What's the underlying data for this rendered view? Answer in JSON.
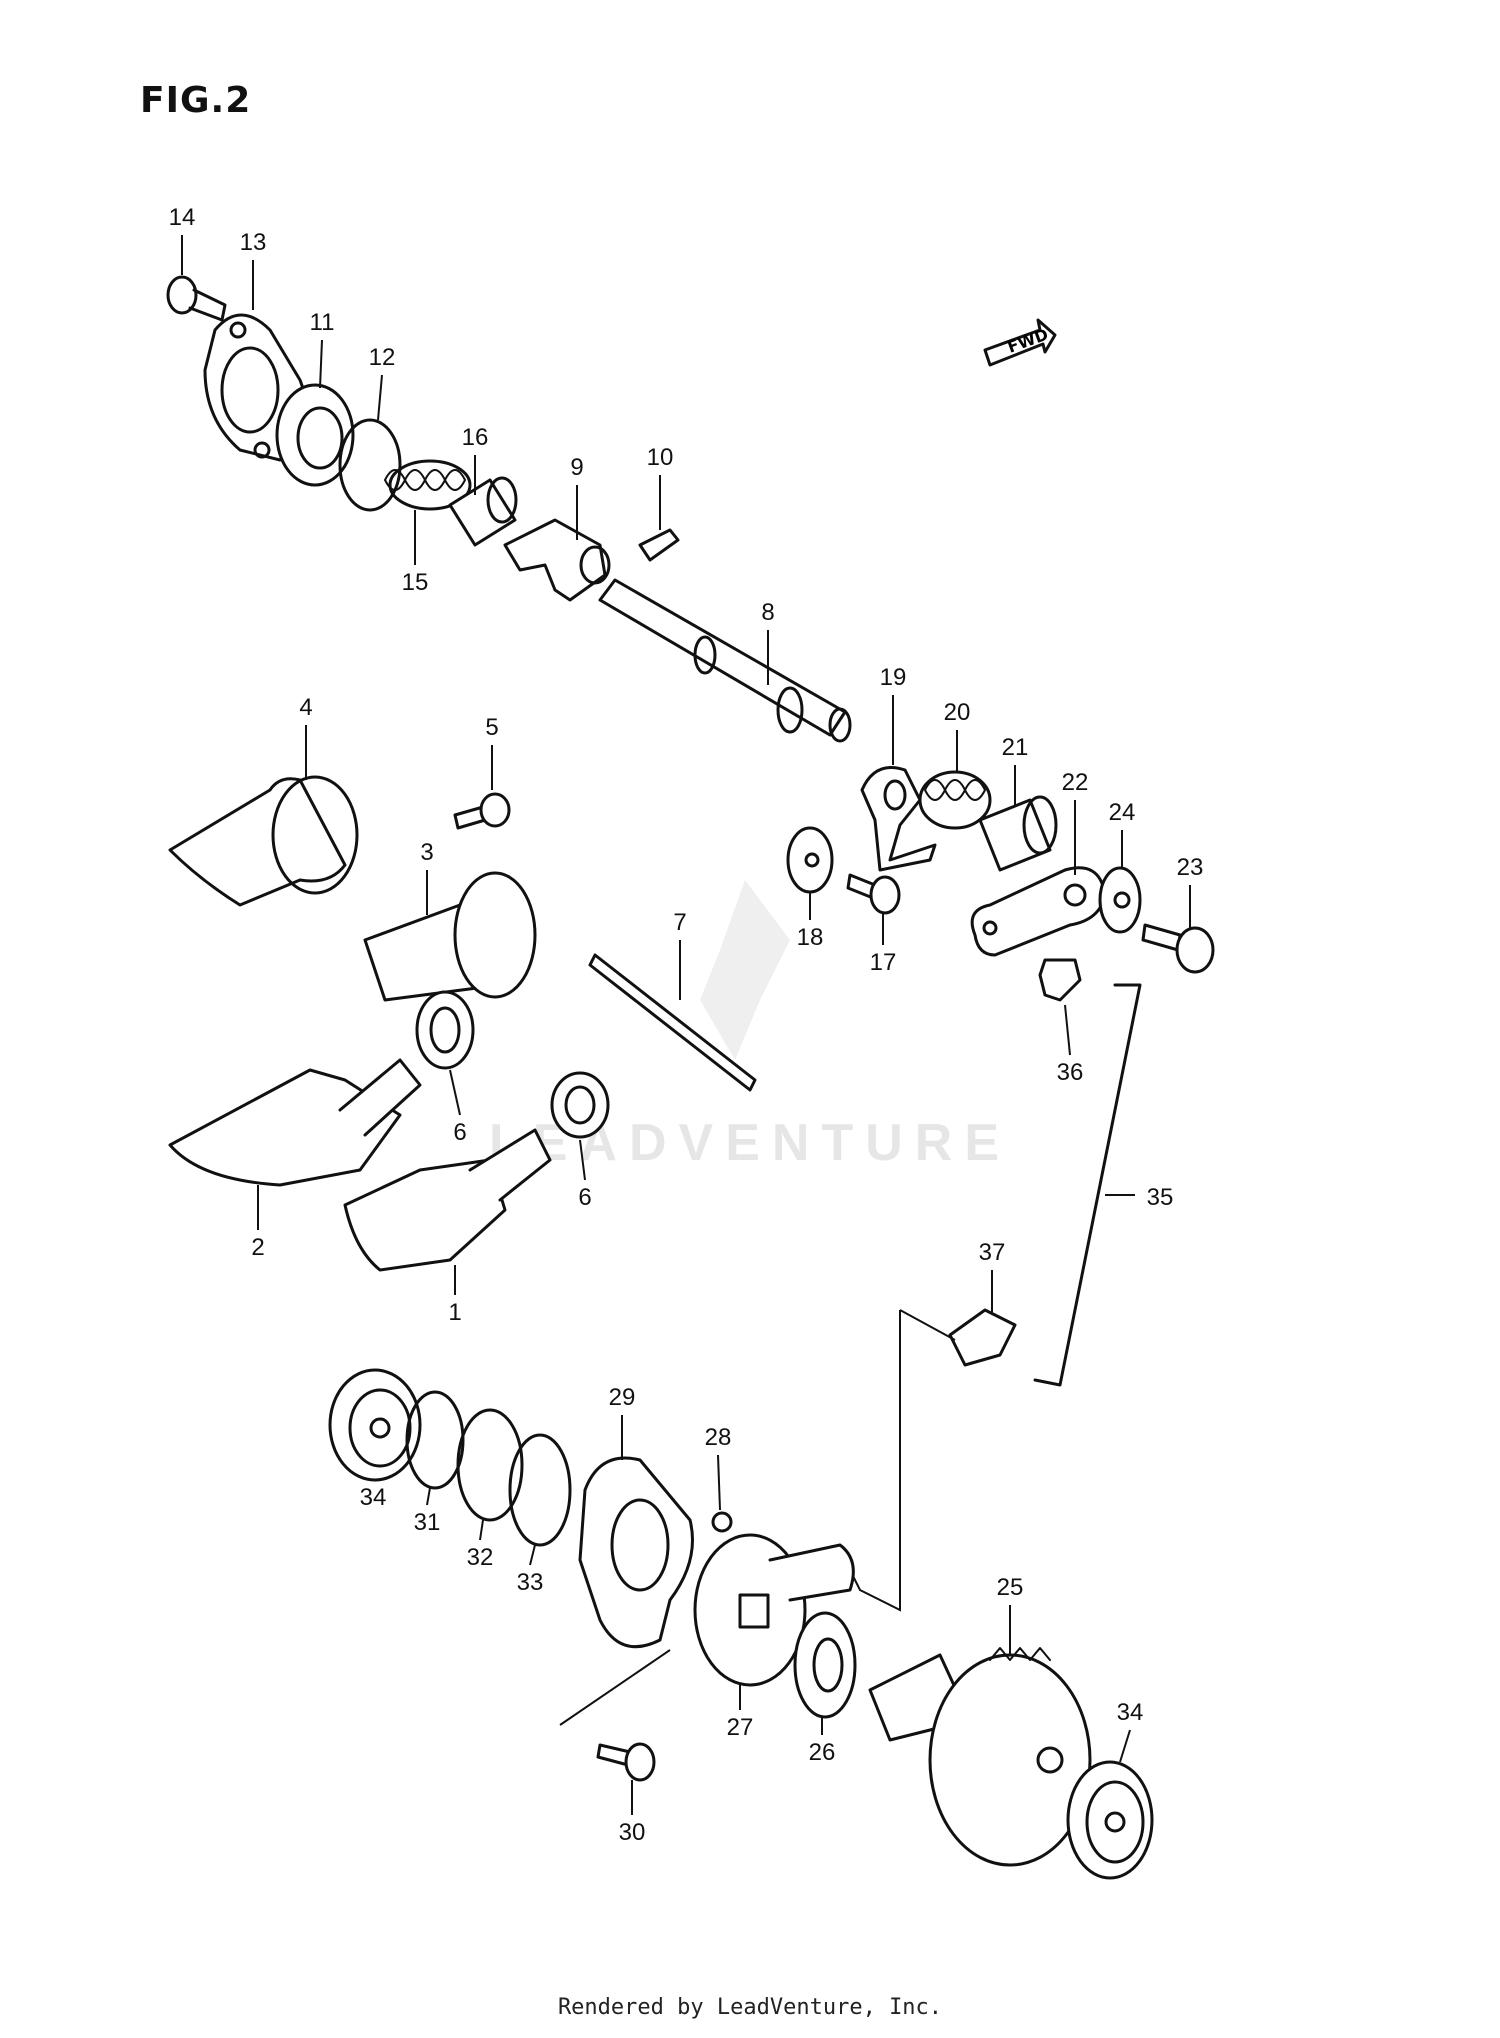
{
  "figure": {
    "title": "FIG.2"
  },
  "fwd_label": "FWD",
  "watermark": "LEADVENTURE",
  "footer": "Rendered by LeadVenture, Inc.",
  "callouts": [
    "1",
    "2",
    "3",
    "4",
    "5",
    "6",
    "6",
    "7",
    "8",
    "9",
    "10",
    "11",
    "12",
    "13",
    "14",
    "15",
    "16",
    "17",
    "18",
    "19",
    "20",
    "21",
    "22",
    "23",
    "24",
    "25",
    "26",
    "27",
    "28",
    "29",
    "30",
    "31",
    "32",
    "33",
    "34",
    "34",
    "35",
    "36",
    "37"
  ]
}
